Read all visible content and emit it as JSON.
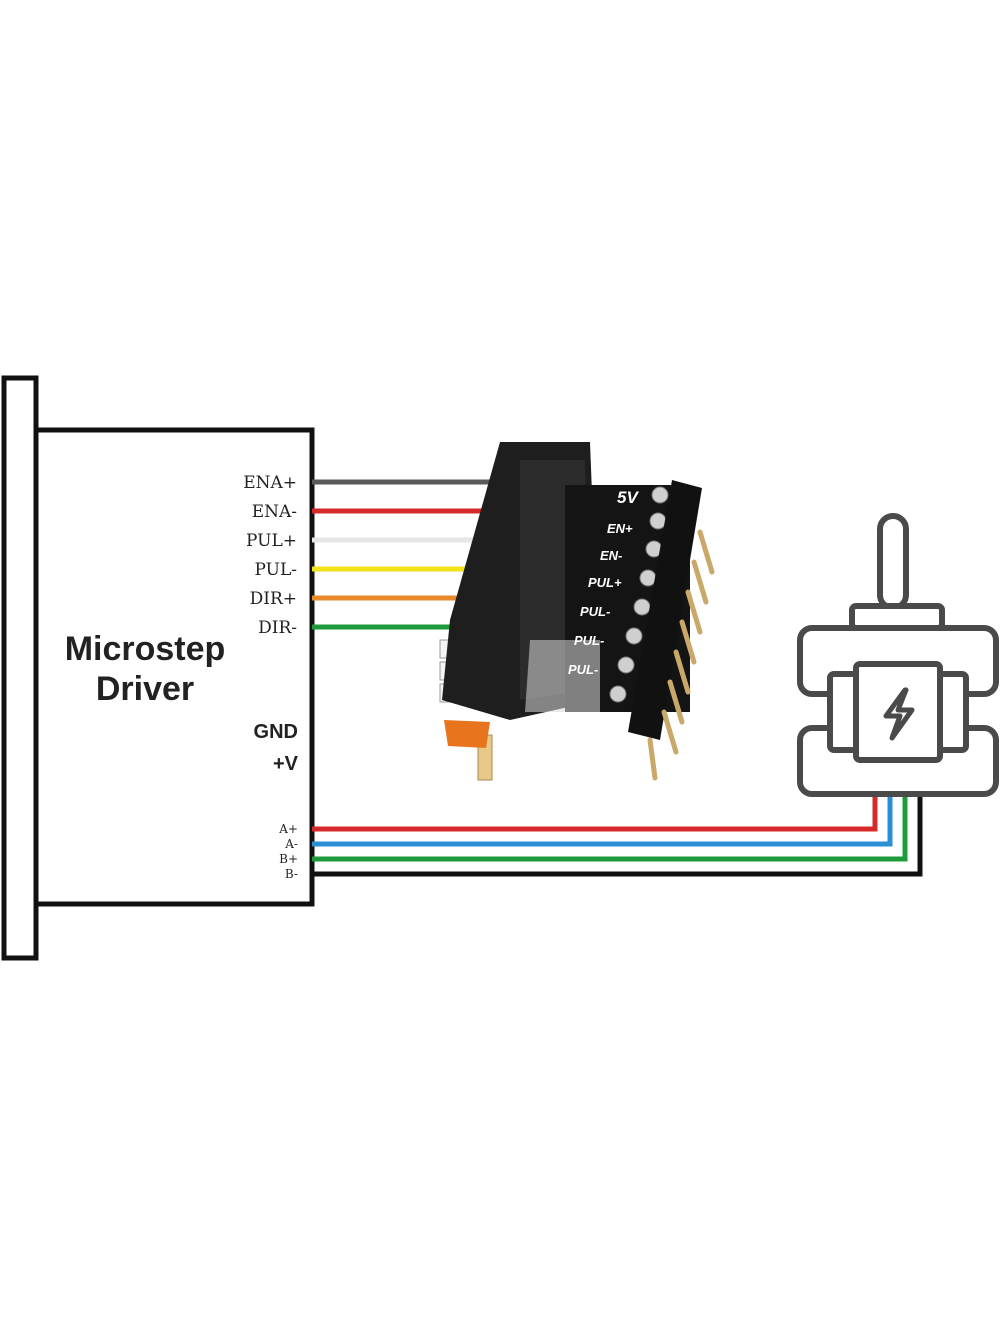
{
  "driver": {
    "title_line1": "Microstep",
    "title_line2": "Driver",
    "control_pins": [
      "ENA+",
      "ENA-",
      "PUL+",
      "PUL-",
      "DIR+",
      "DIR-"
    ],
    "power_pins": [
      "GND",
      "+V"
    ],
    "motor_pins": [
      "A+",
      "A-",
      "B+",
      "B-"
    ]
  },
  "module": {
    "voltage_label": "5V",
    "pin_labels": [
      "EN+",
      "EN-",
      "PUL+",
      "PUL-",
      "PUL-",
      "PUL-"
    ]
  },
  "wire_colors": {
    "control": [
      "#5a5a5a",
      "#d42a2a",
      "#e6e6e6",
      "#f2e21a",
      "#e88a2c",
      "#1d9b3a"
    ],
    "motor": [
      "#d42a2a",
      "#2a8fd4",
      "#1d9b3a",
      "#111111"
    ]
  },
  "motor_icon": "lightning-bolt-icon"
}
